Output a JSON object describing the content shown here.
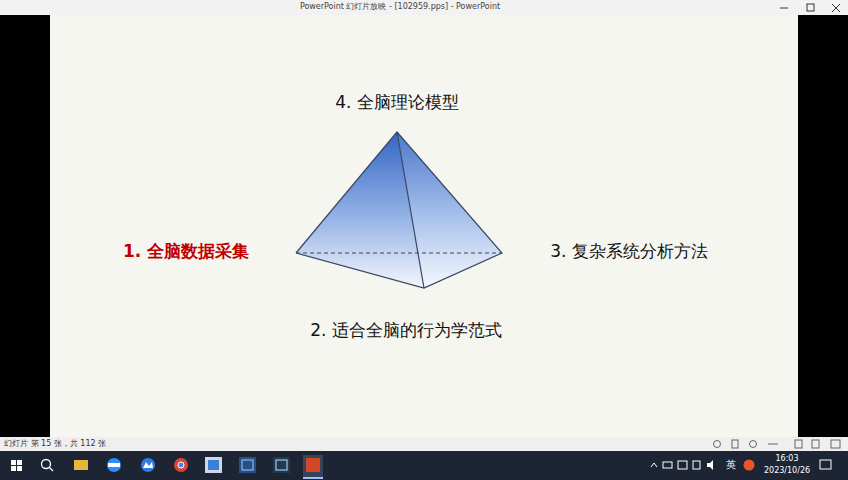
{
  "diagram": {
    "labels": [
      "PowerPoint 幻灯片放映 - [102959.pps] - PowerPoint",
      "4. 全脑理论模型",
      "1. 全脑数据采集",
      "3. 复杂系统分析方法",
      "2. 适合全脑的行为学范式",
      "幻灯片 第 15 张，共 112 张",
      "英",
      "16:03",
      "2023/10/26"
    ]
  }
}
